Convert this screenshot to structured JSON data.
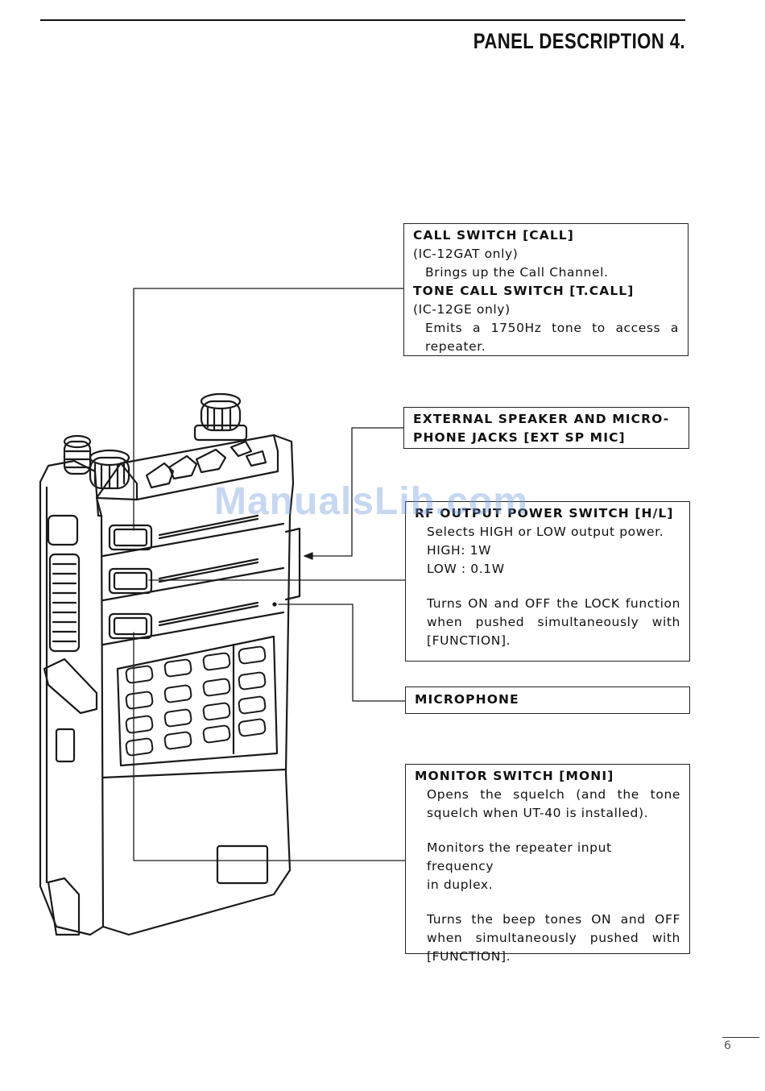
{
  "header": {
    "title": "PANEL DESCRIPTION 4."
  },
  "call_box": {
    "title1": "CALL SWITCH [CALL]",
    "note1": "(IC-12GAT only)",
    "desc1": "Brings up the Call Channel.",
    "title2": "TONE CALL SWITCH [T.CALL]",
    "note2": "(IC-12GE only)",
    "desc2a": "Emits a 1750Hz tone to access a",
    "desc2b": "repeater."
  },
  "ext_box": {
    "line1": "EXTERNAL SPEAKER AND MICRO-",
    "line2": "PHONE JACKS [EXT SP MIC]"
  },
  "rf_box": {
    "title": "RF OUTPUT POWER SWITCH [H/L]",
    "line1": "Selects HIGH or LOW output power.",
    "high": "HIGH:  1W",
    "low": "LOW :  0.1W",
    "line2": "Turns ON and OFF the LOCK function",
    "line3": "when pushed simultaneously with",
    "line4": "[FUNCTION]."
  },
  "mic_box": {
    "title": "MICROPHONE"
  },
  "moni_box": {
    "title": "MONITOR SWITCH [MONI]",
    "p1a": "Opens the squelch (and the tone",
    "p1b": "squelch when UT-40 is installed).",
    "p2a": "Monitors the repeater input frequency",
    "p2b": "in duplex.",
    "p3a": "Turns the beep tones ON and OFF",
    "p3b": "when simultaneously pushed with",
    "p3c": "[FUNCTION]."
  },
  "watermark": "ManualsLib.com",
  "page_number": "6"
}
